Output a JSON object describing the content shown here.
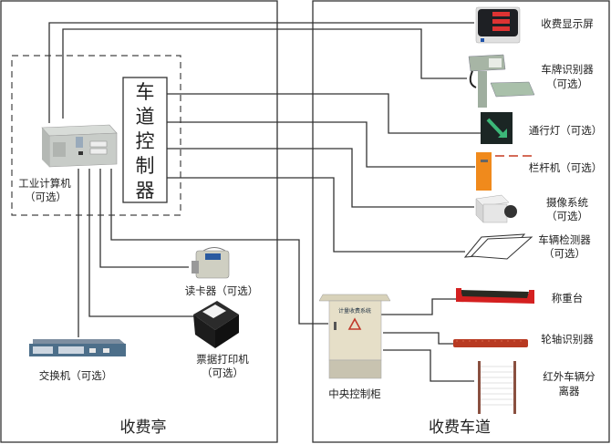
{
  "regions": {
    "booth": {
      "title": "收费亭"
    },
    "lane": {
      "title": "收费车道"
    }
  },
  "controller": {
    "chars": [
      "车",
      "道",
      "控",
      "制",
      "器"
    ]
  },
  "devices": {
    "industrial_pc": {
      "line1": "工业计算机",
      "line2": "（可选）"
    },
    "card_reader": {
      "line1": "读卡器（可选）"
    },
    "receipt_printer": {
      "line1": "票据打印机",
      "line2": "（可选）"
    },
    "switch": {
      "line1": "交换机（可选）"
    },
    "fee_display": {
      "line1": "收费显示屏"
    },
    "plate_recognizer": {
      "line1": "车牌识别器",
      "line2": "（可选）"
    },
    "traffic_light": {
      "line1": "通行灯（可选）"
    },
    "barrier_gate": {
      "line1": "栏杆机（可选）"
    },
    "camera_system": {
      "line1": "摄像系统",
      "line2": "（可选）"
    },
    "vehicle_detector": {
      "line1": "车辆检测器",
      "line2": "（可选）"
    },
    "central_cabinet": {
      "line1": "中央控制柜",
      "panel_title": "计量收费系统"
    },
    "weighing_platform": {
      "line1": "称重台"
    },
    "axle_identifier": {
      "line1": "轮轴识别器"
    },
    "ir_separator": {
      "line1": "红外车辆分",
      "line2": "离器"
    }
  },
  "colors": {
    "line": "#333333",
    "barrier_orange": "#f08a1c",
    "weigh_red": "#d42020",
    "light_green": "#3cb878",
    "cabinet_beige": "#e6dfc8"
  }
}
